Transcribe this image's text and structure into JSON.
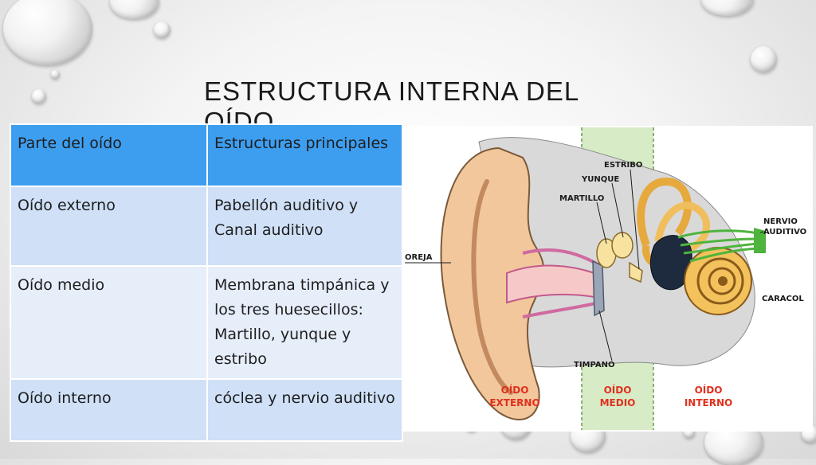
{
  "title": "ESTRUCTURA INTERNA DEL OÍDO",
  "table": {
    "headers": [
      "Parte del oído",
      "Estructuras principales"
    ],
    "rows": [
      [
        "Oído externo",
        "Pabellón auditivo y Canal auditivo"
      ],
      [
        "Oído medio",
        "Membrana timpánica y los tres huesecillos: Martillo, yunque y estribo"
      ],
      [
        "Oído interno",
        "cóclea y nervio auditivo"
      ]
    ]
  },
  "diagram": {
    "labels": {
      "estribo": "ESTRIBO",
      "yunque": "YUNQUE",
      "martillo": "MARTILLO",
      "nervio_1": "NERVIO",
      "nervio_2": "AUDITIVO",
      "oreja": "OREJA",
      "caracol": "CARACOL",
      "timpano": "TIMPANO"
    },
    "zones": {
      "externo_1": "OÍDO",
      "externo_2": "EXTERNO",
      "medio_1": "OÍDO",
      "medio_2": "MEDIO",
      "interno_1": "OÍDO",
      "interno_2": "INTERNO"
    }
  },
  "colors": {
    "header": "#3d9ef0",
    "row_dark": "#cfe0f7",
    "row_light": "#e6eefa",
    "zone_label": "#e0301e",
    "middle_zone": "#d7ecc6"
  }
}
